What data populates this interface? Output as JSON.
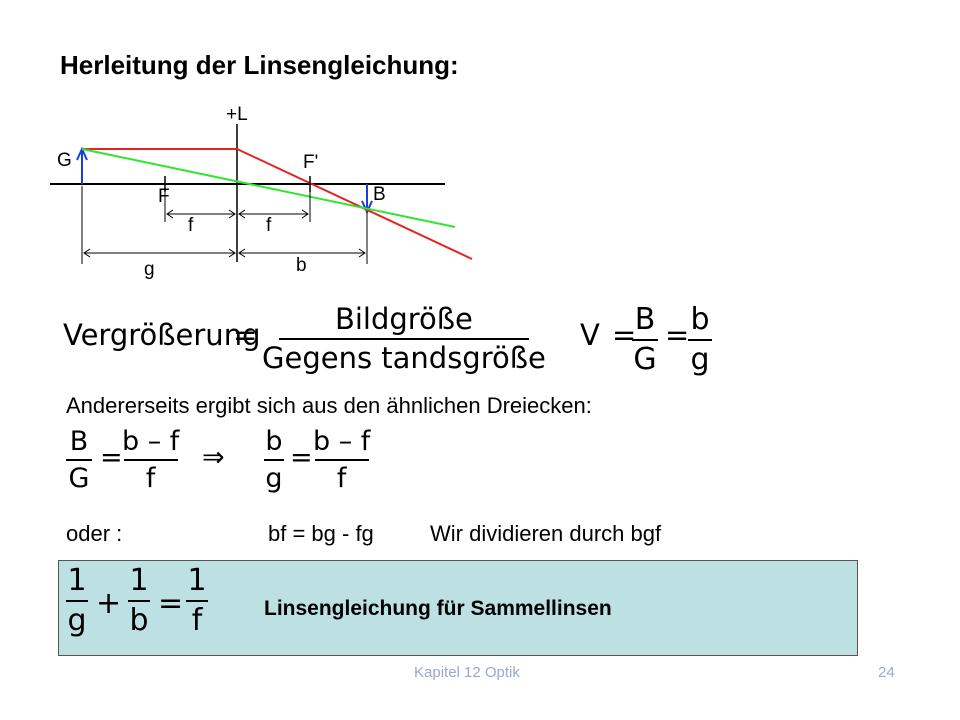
{
  "slide": {
    "title": "Herleitung der Linsengleichung:",
    "diagram": {
      "lens_label": "+L",
      "object_label": "G",
      "image_label": "B",
      "focal_left_label": "F",
      "focal_right_label": "F'",
      "focal_len_left": "f",
      "focal_len_right": "f",
      "object_distance_label": "g",
      "image_distance_label": "b",
      "colors": {
        "red": "#e52421",
        "green": "#2ee62e",
        "blue": "#1a3fd6"
      }
    },
    "magnification": {
      "word_lhs": "Vergrößerung",
      "equals": "=",
      "num": "Bildgröße",
      "den": "Gegens tandsgröße",
      "v": "V",
      "b_cap": "B",
      "g_cap": "G",
      "b_small": "b",
      "g_small": "g"
    },
    "similar_text": "Andererseits ergibt sich aus den ähnlichen Dreiecken:",
    "similar": {
      "B": "B",
      "G": "G",
      "bmf": "b – f",
      "f": "f",
      "implies": "⇒",
      "b": "b",
      "g": "g",
      "eq": "="
    },
    "oder": {
      "label": "oder :",
      "equation": "bf = bg - fg",
      "note": "Wir dividieren durch bgf"
    },
    "lens_equation": {
      "one": "1",
      "g": "g",
      "b": "b",
      "f": "f",
      "plus": "+",
      "eq": "=",
      "caption": "Linsengleichung für Sammellinsen",
      "box_color": "#bde0e3"
    },
    "footer": {
      "chapter": "Kapitel 12 Optik",
      "page": "24"
    }
  }
}
